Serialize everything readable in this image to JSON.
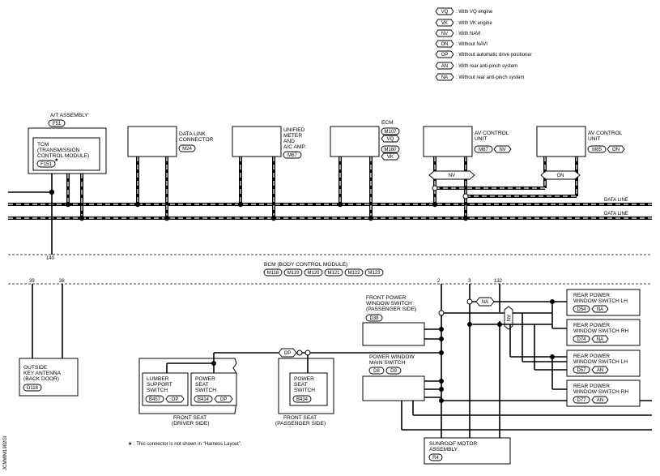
{
  "legend": [
    {
      "code": "VQ",
      "text": ": With VQ engine"
    },
    {
      "code": "VK",
      "text": ": With VK engine"
    },
    {
      "code": "NV",
      "text": ": With NAVI"
    },
    {
      "code": "ON",
      "text": ": Without NAVI"
    },
    {
      "code": "OP",
      "text": ": Without automatic drive positioner"
    },
    {
      "code": "AN",
      "text": ": With rear anti-pinch system"
    },
    {
      "code": "NA",
      "text": ": Without rear anti-pinch system"
    }
  ],
  "at_assembly": {
    "title": "A/T ASSEMBLY",
    "connector": "F51"
  },
  "tcm": {
    "line1": "TCM",
    "line2": "(TRANSMISSION",
    "line3": "CONTROL MODULE)",
    "connector": "F151",
    "star": "★"
  },
  "dlc": {
    "line1": "DATA LINK",
    "line2": "CONNECTOR",
    "connector": "M24"
  },
  "meter": {
    "line1": "UNIFIED",
    "line2": "METER",
    "line3": "AND",
    "line4": "A/C AMP.",
    "connector": "M67"
  },
  "ecm": {
    "title": "ECM",
    "c1": "M107",
    "c1_opt": "VQ",
    "c2": "M160",
    "c2_opt": "VK"
  },
  "av1": {
    "line1": "AV CONTROL",
    "line2": "UNIT",
    "connector": "M67",
    "opt": "NV"
  },
  "av2": {
    "line1": "AV CONTROL",
    "line2": "UNIT",
    "connector": "M85",
    "opt": "ON"
  },
  "bus_tags": {
    "left": "NV",
    "right": "ON"
  },
  "data_line_1": "DATA LINE",
  "data_line_2": "DATA LINE",
  "pin_140": "140",
  "bcm": {
    "title": "BCM (BODY CONTROL MODULE)",
    "connectors": [
      "M118",
      "M119",
      "M120",
      "M121",
      "M122",
      "M123"
    ]
  },
  "pins": {
    "p39": "39",
    "p38": "38",
    "p2": "2",
    "p3": "3",
    "p132": "132"
  },
  "antenna": {
    "line1": "OUTSIDE",
    "line2": "KEY ANTENNA",
    "line3": "(BACK DOOR)",
    "connector": "D118"
  },
  "lumber": {
    "line1": "LUMBER",
    "line2": "SUPPORT",
    "line3": "SWITCH",
    "connector": "B457",
    "opt": "OP"
  },
  "pseat_d": {
    "line1": "POWER",
    "line2": "SEAT",
    "line3": "SWITCH",
    "connector": "B414",
    "opt": "OP"
  },
  "front_seat_d": {
    "line1": "FRONT SEAT",
    "line2": "(DRIVER SIDE)"
  },
  "pseat_p": {
    "line1": "POWER",
    "line2": "SEAT",
    "line3": "SWITCH",
    "connector": "B434"
  },
  "front_seat_p": {
    "line1": "FRONT SEAT",
    "line2": "(PASSENGER SIDE)"
  },
  "op_tag": "OP",
  "fpws": {
    "line1": "FRONT POWER",
    "line2": "WINDOW SWITCH",
    "line3": "(PASSENGER SIDE)",
    "connector": "D38"
  },
  "pwms": {
    "line1": "POWER WINDOW",
    "line2": "MAIN SWITCH",
    "c1": "D8",
    "c2": "D9"
  },
  "na_tag": "NA",
  "an_tag": "AN",
  "rear": [
    {
      "line1": "REAR POWER",
      "line2": "WINDOW SWITCH LH",
      "connector": "D54",
      "opt": "NA"
    },
    {
      "line1": "REAR POWER",
      "line2": "WINDOW SWITCH RH",
      "connector": "D74",
      "opt": "NA"
    },
    {
      "line1": "REAR POWER",
      "line2": "WINDOW SWITCH LH",
      "connector": "D57",
      "opt": "AN"
    },
    {
      "line1": "REAR POWER",
      "line2": "WINDOW SWITCH RH",
      "connector": "D77",
      "opt": "AN"
    }
  ],
  "sunroof": {
    "line1": "SUNROOF MOTOR",
    "line2": "ASSEMBLY",
    "connector": "R4"
  },
  "footnote": "★ : This connector is not shown in \"Harness Layout\".",
  "side_code": "JCMWM1902GI"
}
